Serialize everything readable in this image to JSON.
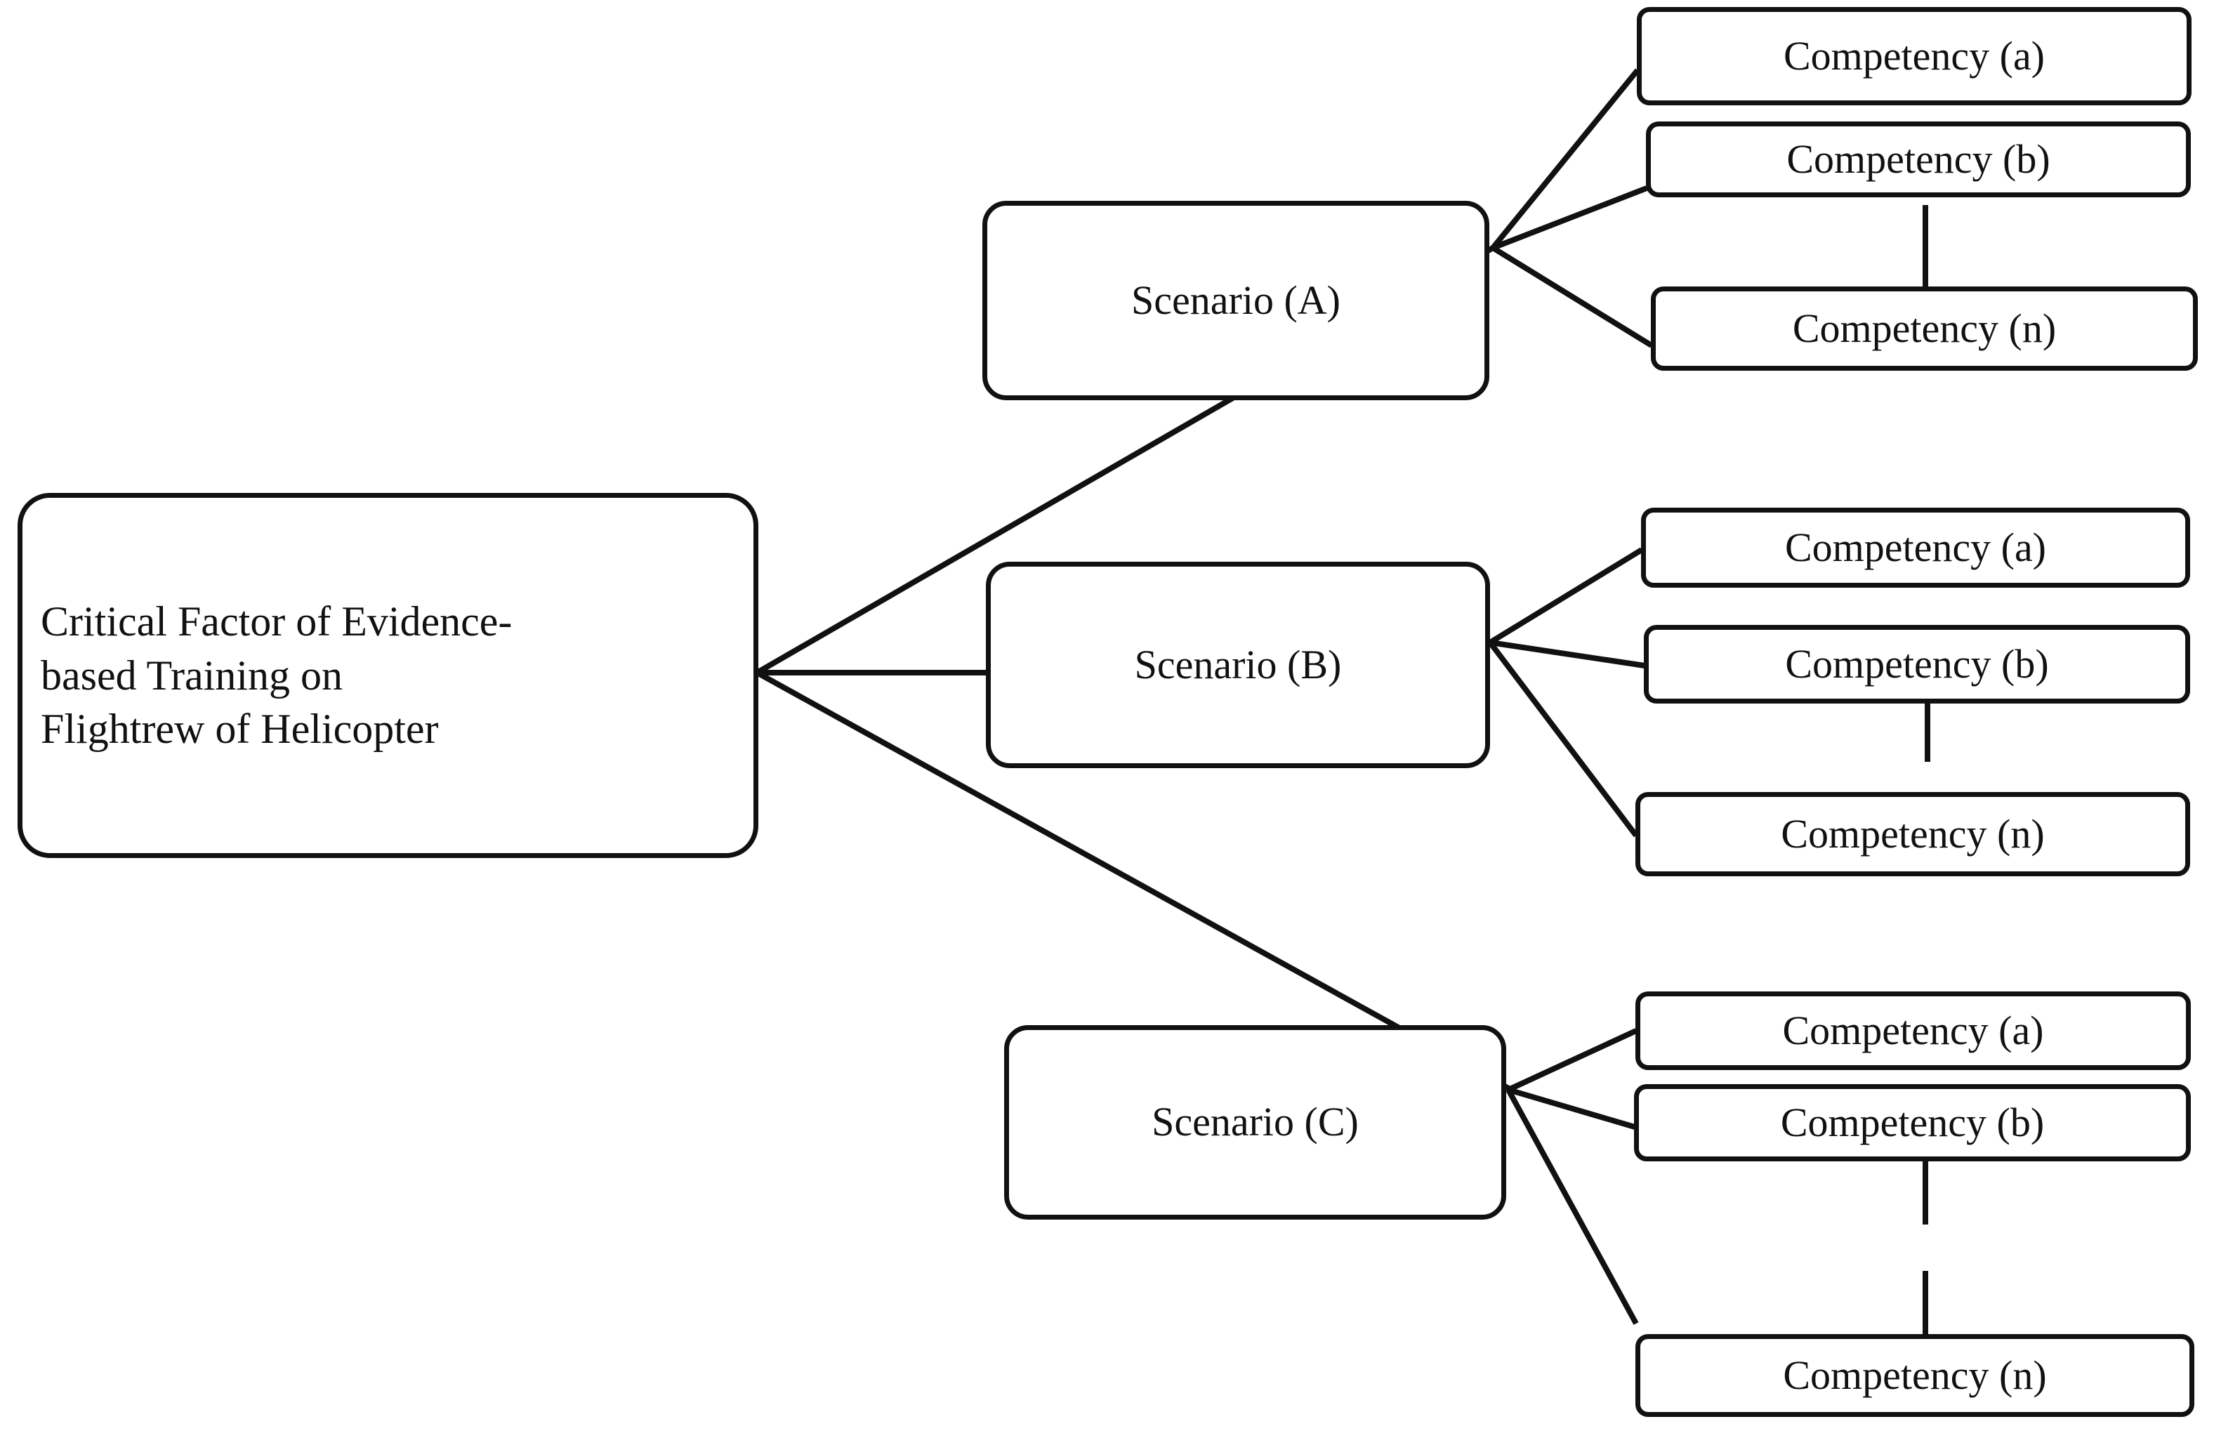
{
  "diagram": {
    "type": "tree-hierarchy",
    "orientation": "left-to-right",
    "background_color": "#ffffff",
    "line_color": "#111111",
    "box_border_color": "#111111",
    "box_fill_color": "#ffffff",
    "root": {
      "label": "Critical Factor of Evidence-\nbased Training on\nFlightrew of Helicopter"
    },
    "branches": [
      {
        "scenario": {
          "label": "Scenario (A)"
        },
        "ellipsis_style": "solid",
        "competencies": [
          {
            "label": "Competency (a)"
          },
          {
            "label": "Competency (b)"
          },
          {
            "label": "Competency (n)"
          }
        ]
      },
      {
        "scenario": {
          "label": "Scenario (B)"
        },
        "ellipsis_style": "solid",
        "competencies": [
          {
            "label": "Competency (a)"
          },
          {
            "label": "Competency (b)"
          },
          {
            "label": "Competency (n)"
          }
        ]
      },
      {
        "scenario": {
          "label": "Scenario (C)"
        },
        "ellipsis_style": "dashed",
        "competencies": [
          {
            "label": "Competency (a)"
          },
          {
            "label": "Competency (b)"
          },
          {
            "label": "Competency (n)"
          }
        ]
      }
    ]
  }
}
